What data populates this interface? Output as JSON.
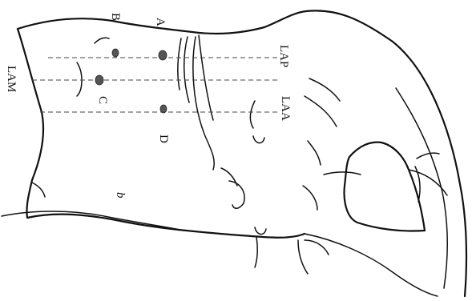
{
  "figure": {
    "labels": {
      "a": "A",
      "b": "B",
      "c": "C",
      "d": "D",
      "lap": "LAP",
      "laa": "LAA",
      "lam": "LAM",
      "b_italic": "b"
    },
    "markers": [
      {
        "name": "point-a"
      },
      {
        "name": "point-b"
      },
      {
        "name": "point-c"
      },
      {
        "name": "point-d"
      }
    ]
  }
}
